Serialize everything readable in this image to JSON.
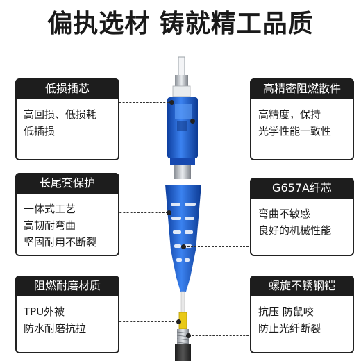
{
  "title": "偏执选材 铸就精工品质",
  "cards": [
    {
      "head": "低损插芯",
      "lines": [
        "高回损、低损耗",
        "低插损"
      ]
    },
    {
      "head": "高精密阻燃散件",
      "lines": [
        "高精度，保持",
        "光学性能一致性"
      ]
    },
    {
      "head": "长尾套保护",
      "lines": [
        "一体式工艺",
        "高韧耐弯曲",
        "坚固耐用不断裂"
      ]
    },
    {
      "head": "G657A纤芯",
      "lines": [
        "弯曲不敏感",
        "良好的机械性能"
      ]
    },
    {
      "head": "阻燃耐磨材质",
      "lines": [
        "TPU外被",
        "防水耐磨抗拉"
      ]
    },
    {
      "head": "螺旋不锈钢铠",
      "lines": [
        "抗压 防鼠咬",
        "防止光纤断裂"
      ]
    }
  ],
  "colors": {
    "connector_blue": "#1f5fd0",
    "ferrule": "#e8ecef",
    "card_head": "#1d1d1d"
  }
}
